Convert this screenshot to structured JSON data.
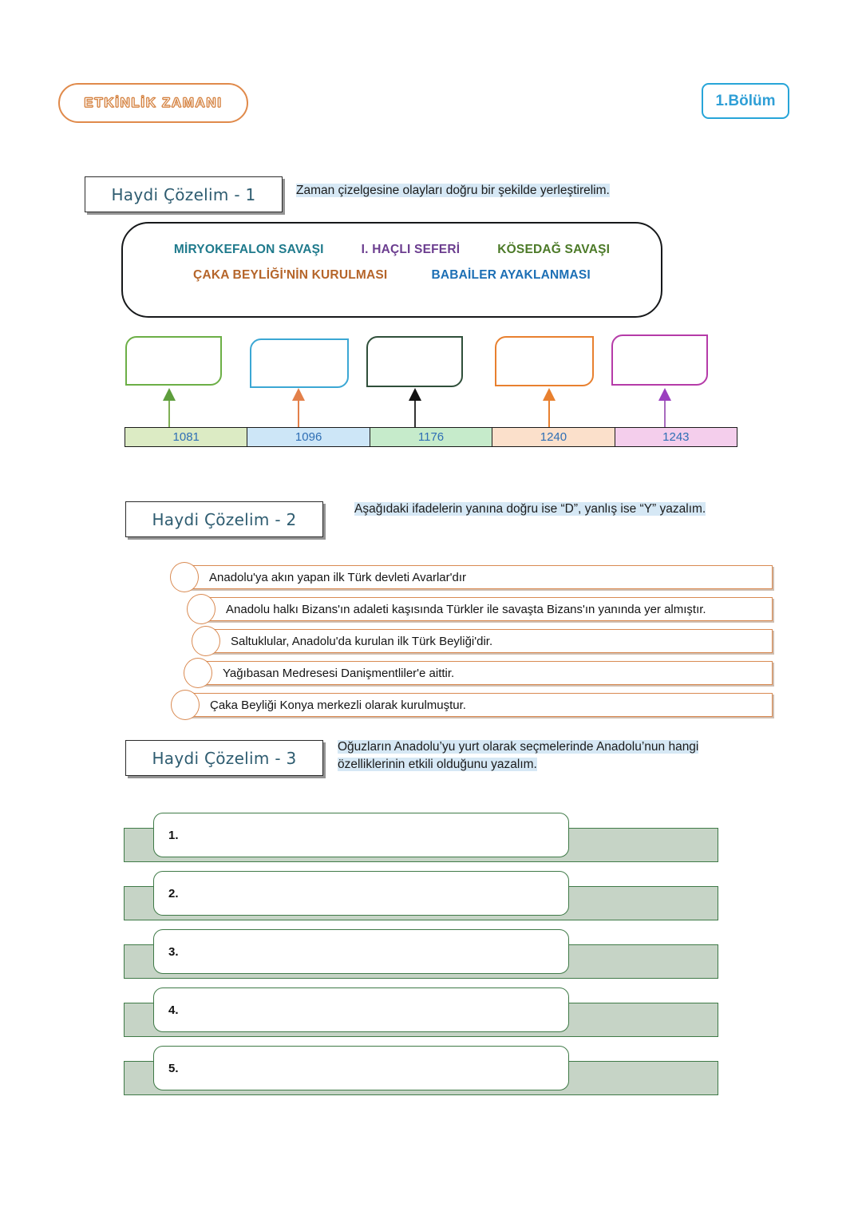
{
  "header": {
    "activity_badge": "ETKİNLİK ZAMANI",
    "section_badge": "1.Bölüm",
    "activity_badge_color": "#E08A4B",
    "section_badge_color": "#2F9FD6"
  },
  "section1": {
    "label": "Haydi Çözelim - 1",
    "instruction": "Zaman çizelgesine olayları doğru bir şekilde yerleştirelim.",
    "events": [
      {
        "text": "MİRYOKEFALON SAVAŞI",
        "color": "#1F7A8C"
      },
      {
        "text": "I. HAÇLI SEFERİ",
        "color": "#6B3D8F"
      },
      {
        "text": "KÖSEDAĞ SAVAŞI",
        "color": "#4C7A28"
      },
      {
        "text": "ÇAKA BEYLİĞİ'NİN KURULMASI",
        "color": "#B5652A"
      },
      {
        "text": "BABAİLER AYAKLANMASI",
        "color": "#1C6FB5"
      }
    ],
    "timeline": [
      {
        "year": "1081",
        "box_color": "#6CAF46",
        "arrow_color": "#6CAF46",
        "cell_bg": "#DCEBC4"
      },
      {
        "year": "1096",
        "box_color": "#3BA7D4",
        "arrow_color": "#E3804A",
        "cell_bg": "#CDE6F7"
      },
      {
        "year": "1176",
        "box_color": "#2F4F3A",
        "arrow_color": "#111111",
        "cell_bg": "#C6EBCB"
      },
      {
        "year": "1240",
        "box_color": "#E8802F",
        "arrow_color": "#E8802F",
        "cell_bg": "#FBE0CB"
      },
      {
        "year": "1243",
        "box_color": "#B53BA8",
        "arrow_color": "#9B59B6",
        "cell_bg": "#F4CEEC"
      }
    ]
  },
  "section2": {
    "label": "Haydi Çözelim - 2",
    "instruction": "Aşağıdaki ifadelerin yanına doğru ise “D”, yanlış ise “Y” yazalım.",
    "statements": [
      "Anadolu'ya akın yapan ilk Türk devleti Avarlar'dır",
      "Anadolu halkı Bizans'ın adaleti kaşısında Türkler ile savaşta Bizans'ın yanında yer almıştır.",
      "Saltuklular, Anadolu'da kurulan ilk Türk Beyliği'dir.",
      "Yağıbasan Medresesi Danişmentliler'e aittir.",
      "Çaka Beyliği Konya merkezli olarak kurulmuştur."
    ]
  },
  "section3": {
    "label": "Haydi Çözelim - 3",
    "instruction": "Oğuzların Anadolu’yu yurt olarak seçmelerinde Anadolu’nun hangi özelliklerinin etkili olduğunu yazalım.",
    "answer_numbers": [
      "1.",
      "2.",
      "3.",
      "4.",
      "5."
    ]
  }
}
